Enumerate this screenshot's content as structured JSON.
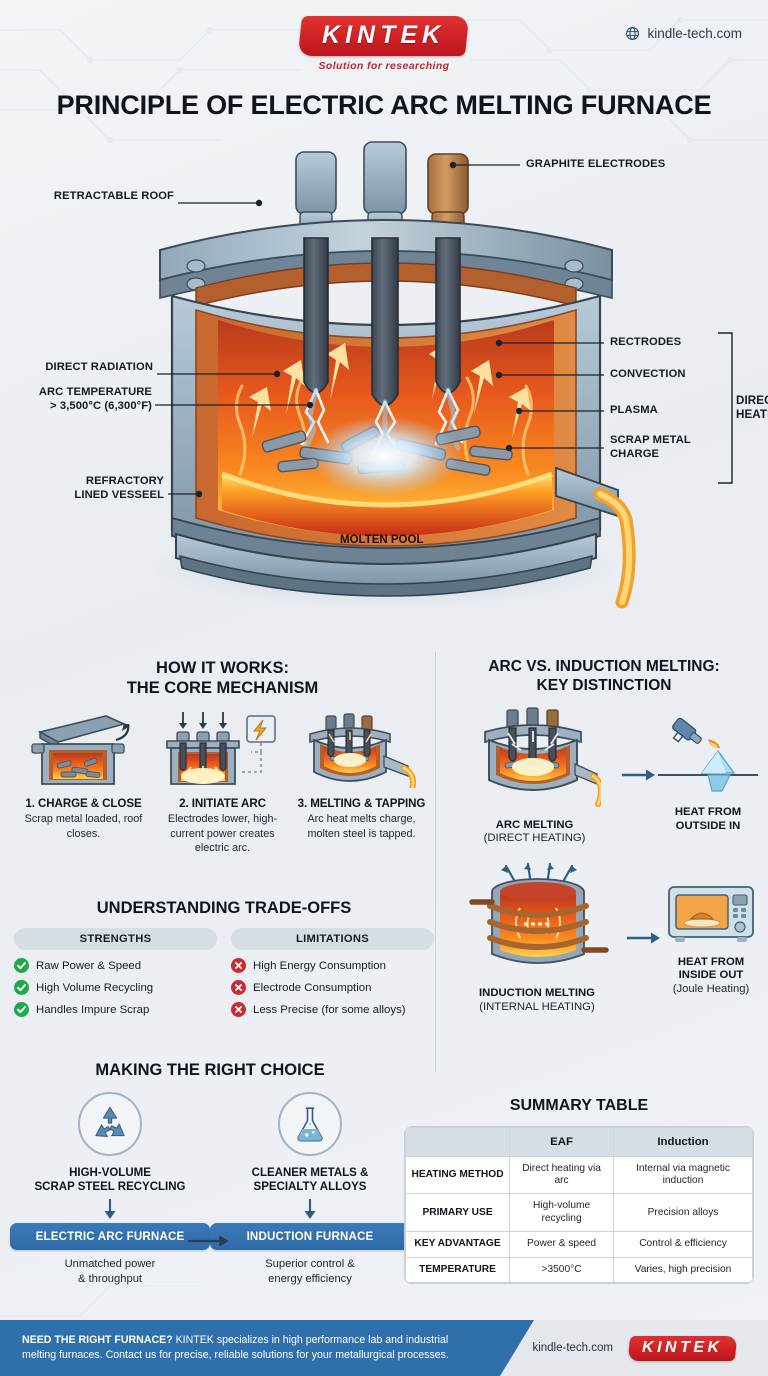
{
  "brand": {
    "logo_text": "KINTEK",
    "tagline": "Solution for researching",
    "site": "kindle-tech.com",
    "globe_icon": "globe-icon"
  },
  "header": {
    "title": "PRINCIPLE OF ELECTRIC ARC MELTING FURNACE"
  },
  "hero": {
    "labels_left": [
      {
        "text": "RETRACTABLE ROOF"
      },
      {
        "text": "DIRECT RADIATION"
      },
      {
        "text": "ARC TEMPERATURE"
      },
      {
        "text": "> 3,500°C (6,300°F)"
      },
      {
        "text": "REFRACTORY"
      },
      {
        "text": "LINED VESSEEL"
      }
    ],
    "label_retractable_roof": "RETRACTABLE ROOF",
    "label_direct_radiation": "DIRECT RADIATION",
    "label_arc_temp_1": "ARC TEMPERATURE",
    "label_arc_temp_2": "> 3,500°C (6,300°F)",
    "label_refractory_1": "REFRACTORY",
    "label_refractory_2": "LINED VESSEEL",
    "label_graphite_electrodes": "GRAPHITE ELECTRODES",
    "label_rectrodes": "RECTRODES",
    "label_convection": "CONVECTION",
    "label_plasma": "PLASMA",
    "label_scrap_metal_1": "SCRAP METAL",
    "label_scrap_metal_2": "CHARGE",
    "label_direct_1": "DIRECT",
    "label_direct_2": "HEATING",
    "label_molten_pool": "MOLTEN POOL"
  },
  "how_it_works": {
    "title_line1": "HOW IT WORKS:",
    "title_line2": "THE CORE MECHANISM",
    "steps": [
      {
        "heading": "1. CHARGE & CLOSE",
        "body": "Scrap metal loaded, roof closes.",
        "icon": "furnace-open-lid-icon"
      },
      {
        "heading": "2. INITIATE ARC",
        "body": "Electrodes lower, high-current power creates electric arc.",
        "icon": "furnace-electrodes-power-icon"
      },
      {
        "heading": "3. MELTING & TAPPING",
        "body": "Arc heat melts charge, molten steel is tapped.",
        "icon": "furnace-tapping-icon"
      }
    ]
  },
  "tradeoffs": {
    "title": "UNDERSTANDING TRADE-OFFS",
    "strengths_header": "STRENGTHS",
    "limitations_header": "LIMITATIONS",
    "strengths": [
      "Raw Power & Speed",
      "High Volume Recycling",
      "Handles Impure Scrap"
    ],
    "limitations": [
      "High Energy Consumption",
      "Electrode Consumption",
      "Less Precise (for some alloys)"
    ],
    "check_icon": "check-circle-icon",
    "cross_icon": "cross-circle-icon",
    "strength_color": "#1faa4a",
    "limitation_color": "#c92c34"
  },
  "arc_vs_induction": {
    "title_line1": "ARC VS. INDUCTION MELTING:",
    "title_line2": "KEY DISTINCTION",
    "rows": [
      {
        "left_caption": "ARC MELTING",
        "left_sub": "(DIRECT HEATING)",
        "left_icon": "arc-furnace-icon",
        "right_caption_line1": "HEAT FROM",
        "right_caption_line2": "OUTSIDE IN",
        "right_sub": "",
        "right_icon": "blowtorch-iceberg-icon"
      },
      {
        "left_caption": "INDUCTION MELTING",
        "left_sub": "(INTERNAL HEATING)",
        "left_icon": "induction-coil-icon",
        "right_caption_line1": "HEAT FROM",
        "right_caption_line2": "INSIDE OUT",
        "right_sub": "(Joule Heating)",
        "right_icon": "microwave-icon"
      }
    ]
  },
  "choice": {
    "title": "MAKING THE RIGHT CHOICE",
    "options": [
      {
        "icon": "recycle-icon",
        "heading_line1": "HIGH-VOLUME",
        "heading_line2": "SCRAP STEEL RECYCLING",
        "pill": "ELECTRIC ARC FURNACE",
        "note_line1": "Unmatched power",
        "note_line2": "& throughput"
      },
      {
        "icon": "flask-icon",
        "heading_line1": "CLEANER METALS &",
        "heading_line2": "SPECIALTY ALLOYS",
        "pill": "INDUCTION FURNACE",
        "note_line1": "Superior control &",
        "note_line2": "energy efficiency"
      }
    ],
    "pill_color": "#2e6aa6"
  },
  "summary": {
    "title": "SUMMARY TABLE",
    "columns": [
      "",
      "EAF",
      "Induction"
    ],
    "rows": [
      {
        "label": "HEATING METHOD",
        "eaf": "Direct heating via arc",
        "induction": "Internal via magnetic induction"
      },
      {
        "label": "PRIMARY USE",
        "eaf": "High-volume recycling",
        "induction": "Precision alloys"
      },
      {
        "label": "KEY ADVANTAGE",
        "eaf": "Power & speed",
        "induction": "Control & efficiency"
      },
      {
        "label": "TEMPERATURE",
        "eaf": ">3500°C",
        "induction": "Varies, high precision"
      }
    ]
  },
  "footer": {
    "cta_bold": "NEED THE RIGHT FURNACE?",
    "cta_text": " KINTEK specializes in high performance lab and industrial melting furnaces. Contact us for precise, reliable solutions for your metallurgical processes.",
    "site": "kindle-tech.com",
    "logo_text": "KINTEK",
    "bg_color": "#2f6fab"
  }
}
